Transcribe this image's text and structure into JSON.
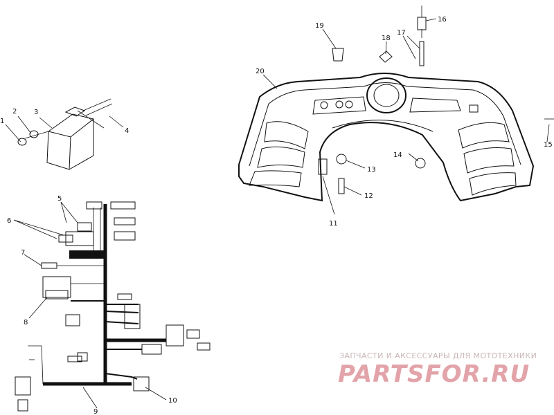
{
  "callouts": {
    "c1": "1",
    "c2": "2",
    "c3": "3",
    "c4": "4",
    "c5": "5",
    "c6": "6",
    "c7": "7",
    "c8": "8",
    "c9": "9",
    "c10": "10",
    "c11": "11",
    "c12": "12",
    "c13": "13",
    "c14": "14",
    "c15": "15",
    "c16": "16",
    "c17": "17",
    "c18": "18",
    "c19": "19",
    "c20": "20"
  },
  "watermark": {
    "tagline": "ЗАПЧАСТИ И АКСЕССУАРЫ ДЛЯ МОТОТЕХНИКИ",
    "logo": "PARTSFOR.RU",
    "color": "#e2a3a9"
  },
  "colors": {
    "line": "#111111",
    "background": "#ffffff"
  }
}
